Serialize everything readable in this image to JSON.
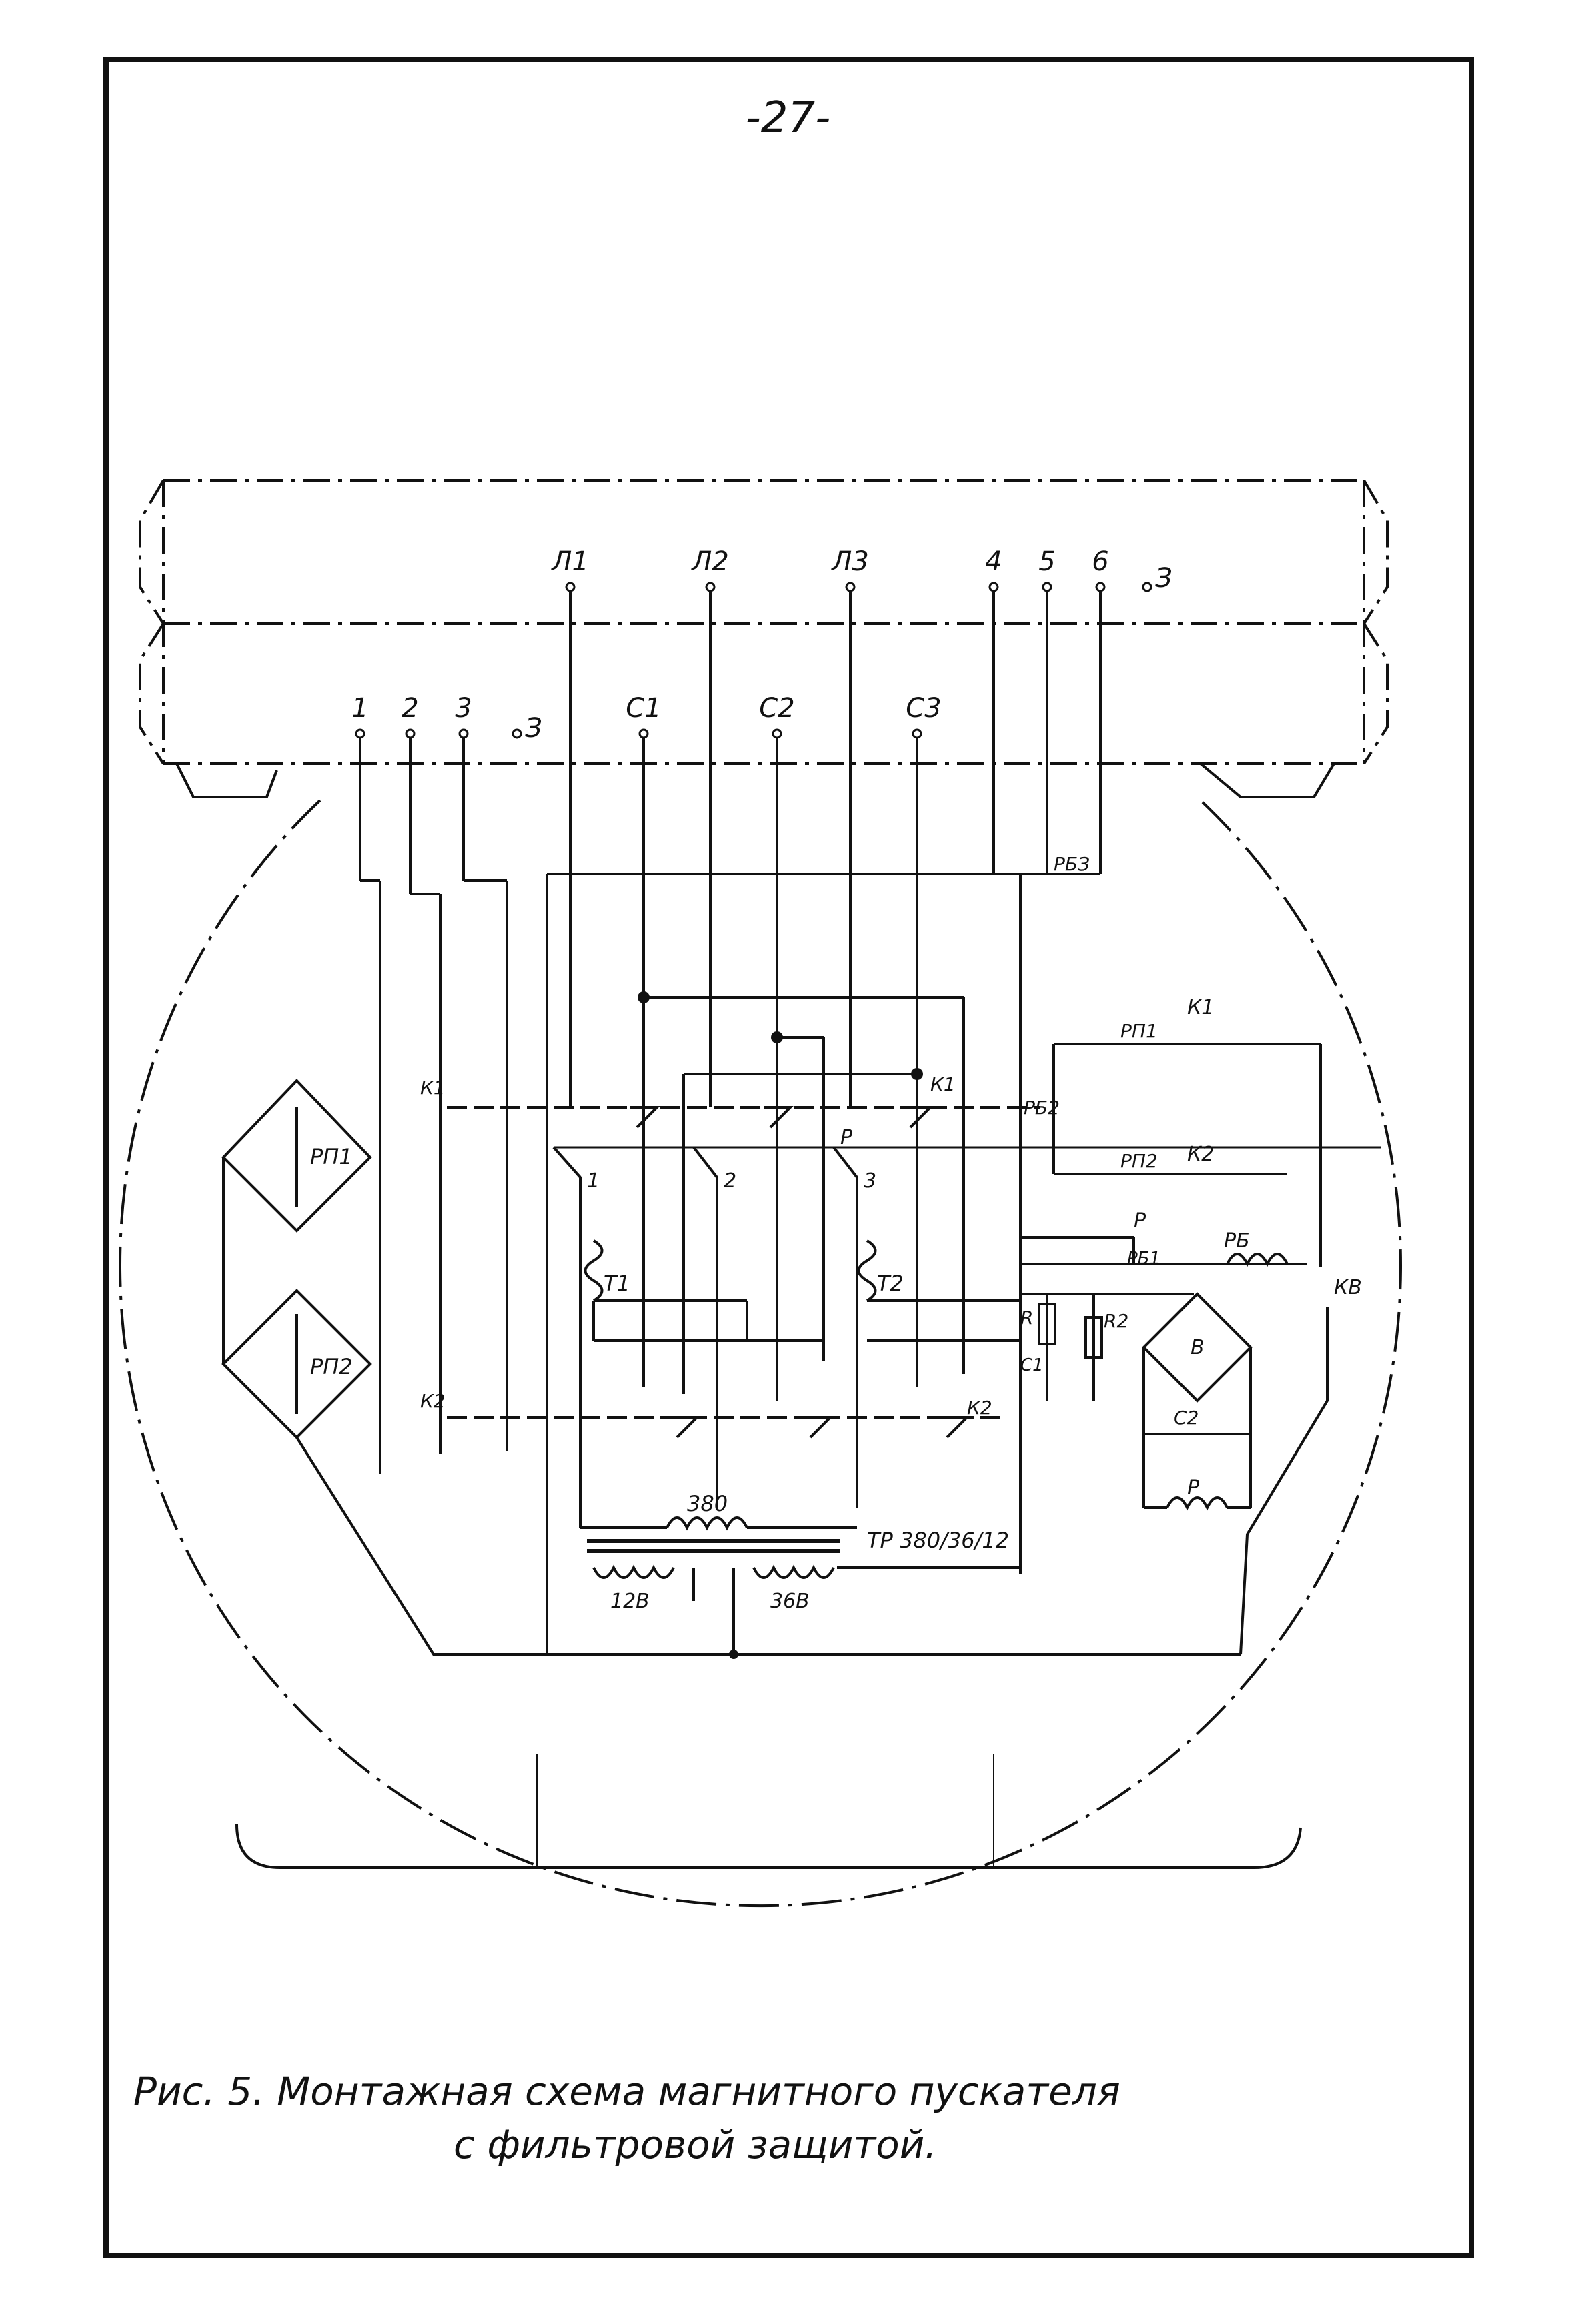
{
  "page": {
    "number": "-27-"
  },
  "caption": {
    "line1": "Рис. 5. Монтажная схема магнитного пускателя",
    "line2": "с фильтровой защитой."
  },
  "terminals": {
    "outgoing": [
      "Л1",
      "Л2",
      "Л3",
      "4",
      "5",
      "6",
      "З"
    ],
    "incoming": [
      "1",
      "2",
      "3",
      "З",
      "С1",
      "С2",
      "С3"
    ]
  },
  "components": {
    "bridge_relay_1": "РП1",
    "bridge_relay_2": "РП2",
    "contactor_1": "К1",
    "contactor_2": "К2",
    "relay_contact_p": "Р",
    "relay_rbz": "РБЗ",
    "relay_rbz2": "РБ2",
    "relay_rb1": "РБ1",
    "resistor_rb": "РБ",
    "kv": "КВ",
    "rp1_contact": "РП1",
    "rp2_contact": "РП2",
    "k1_coil": "К1",
    "k2_coil": "К2",
    "p_top": "Р",
    "current_transformer_1": "Т1",
    "current_transformer_2": "Т2",
    "resistor_r": "R",
    "resistor_r2": "R2",
    "capacitor_c1": "С1",
    "bridge_v": "В",
    "capacitor_c2": "С2",
    "resistor_p": "Р",
    "transformer_primary": "380",
    "transformer_name": "ТР 380/36/12",
    "winding_12": "12В",
    "winding_36": "36В",
    "switch_1": "1",
    "switch_2": "2",
    "switch_3": "3"
  },
  "colors": {
    "ink": "#111111",
    "paper": "#ffffff"
  }
}
